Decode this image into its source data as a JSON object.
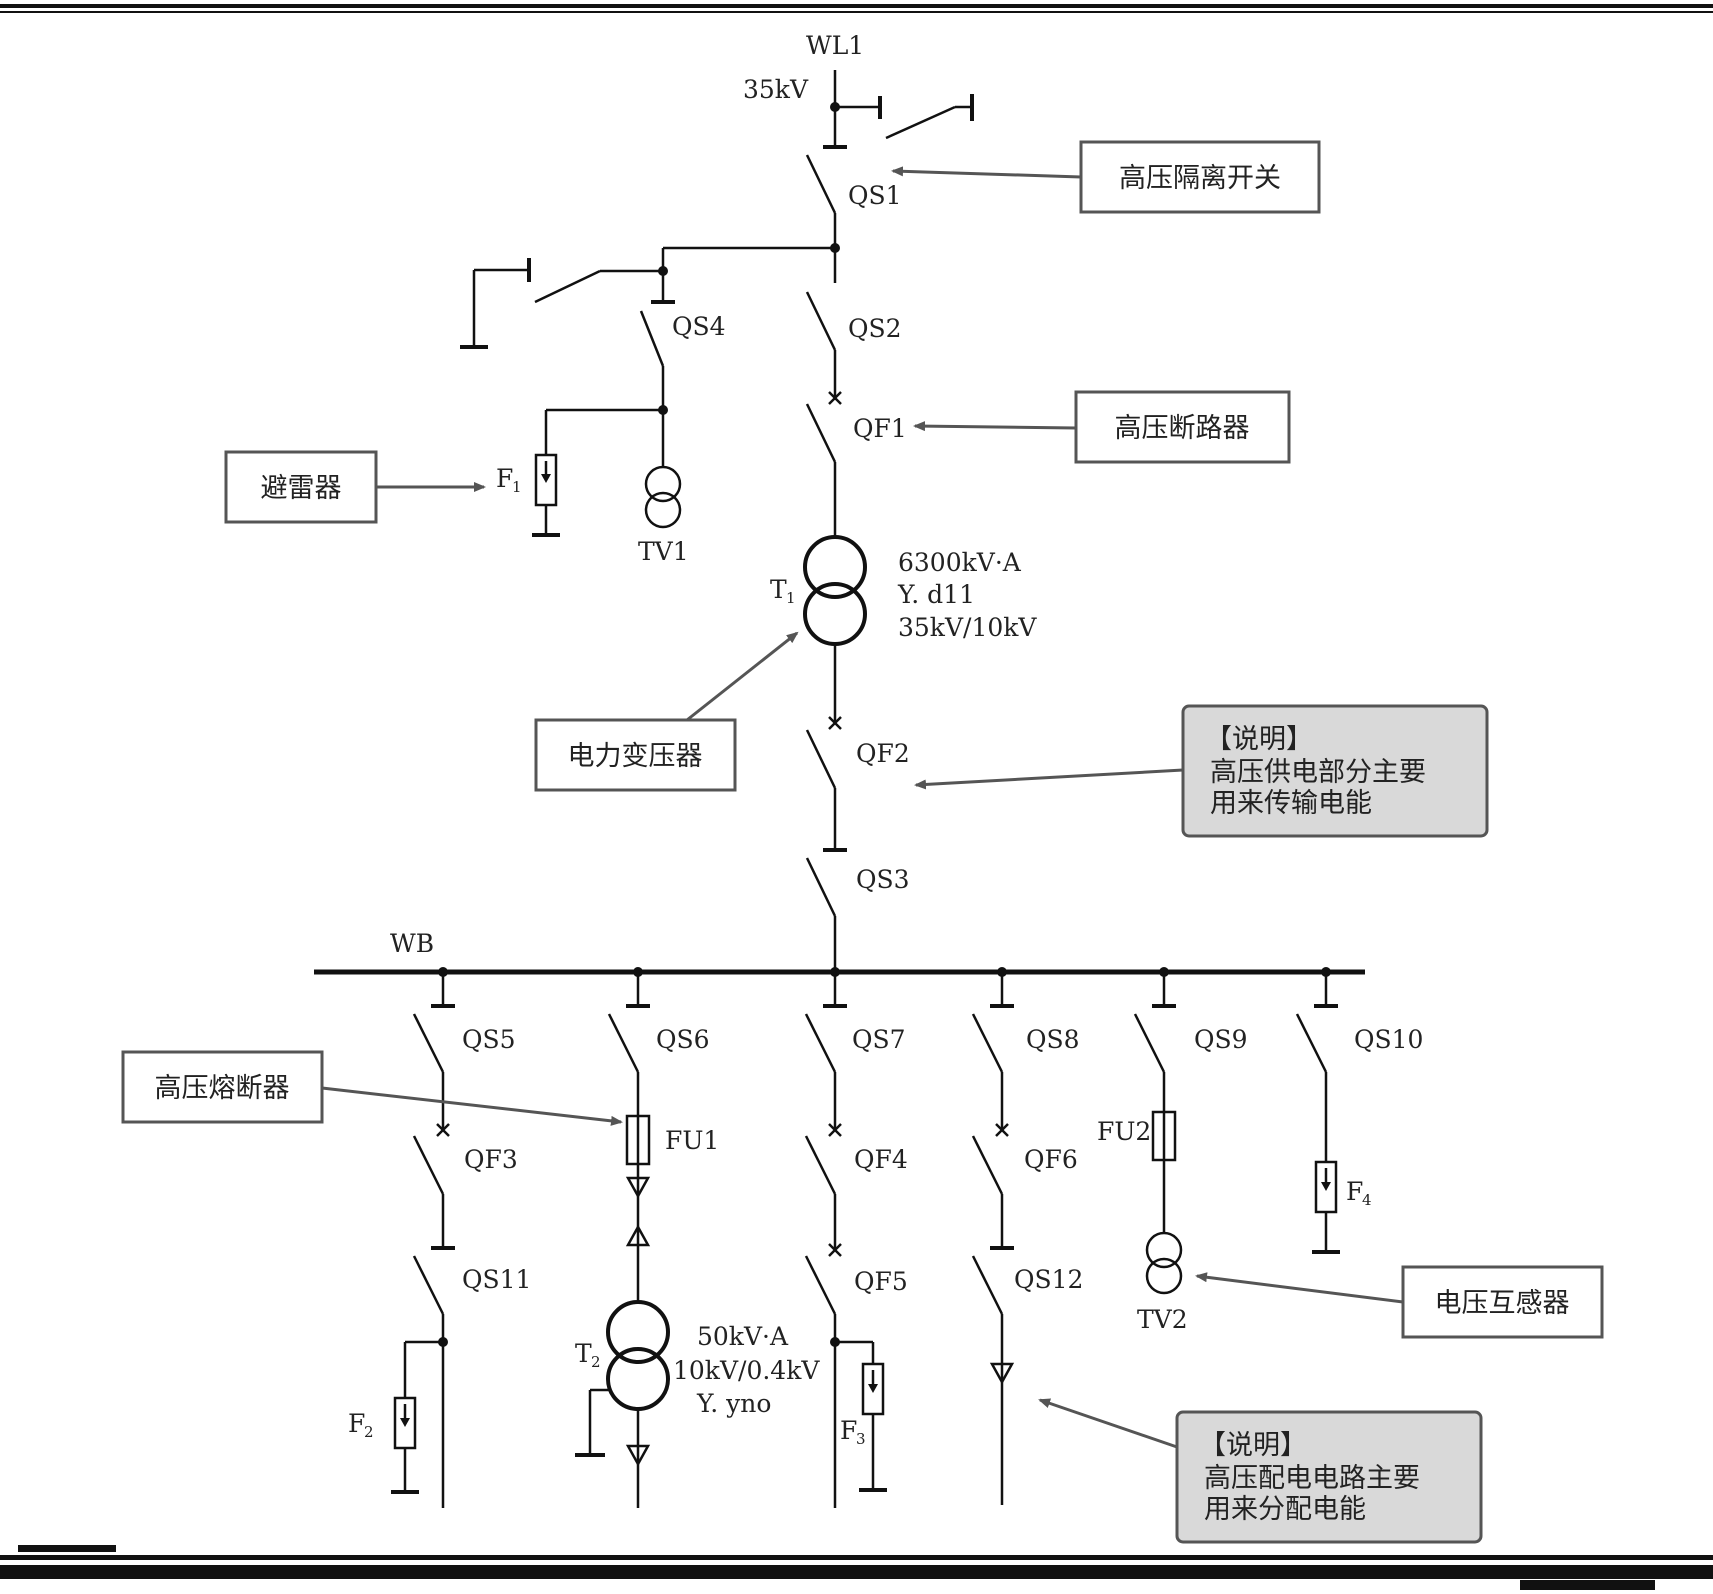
{
  "line": {
    "name": "WL1",
    "voltage": "35kV"
  },
  "busbar": {
    "name": "WB"
  },
  "switches": {
    "qs1": "QS1",
    "qs2": "QS2",
    "qs3": "QS3",
    "qs4": "QS4",
    "qs5": "QS5",
    "qs6": "QS6",
    "qs7": "QS7",
    "qs8": "QS8",
    "qs9": "QS9",
    "qs10": "QS10",
    "qs11": "QS11",
    "qs12": "QS12"
  },
  "breakers": {
    "qf1": "QF1",
    "qf2": "QF2",
    "qf3": "QF3",
    "qf4": "QF4",
    "qf5": "QF5",
    "qf6": "QF6"
  },
  "fuses": {
    "fu1": "FU1",
    "fu2": "FU2"
  },
  "arresters": {
    "f1": "F",
    "f1_sub": "1",
    "f2": "F",
    "f2_sub": "2",
    "f3": "F",
    "f3_sub": "3",
    "f4": "F",
    "f4_sub": "4"
  },
  "vts": {
    "tv1": "TV1",
    "tv2": "TV2"
  },
  "transformer1": {
    "label": "T",
    "sub": "1",
    "rating": "6300kV·A",
    "connection": "Y. d11",
    "ratio": "35kV/10kV"
  },
  "transformer2": {
    "label": "T",
    "sub": "2",
    "rating": "50kV·A",
    "ratio": "10kV/0.4kV",
    "connection": "Y. yno"
  },
  "callouts": {
    "disconnector": "高压隔离开关",
    "breaker": "高压断路器",
    "arrester": "避雷器",
    "transformer": "电力变压器",
    "fuse": "高压熔断器",
    "vt": "电压互感器"
  },
  "notes": {
    "hv_supply": {
      "heading": "【说明】",
      "line1": "高压供电部分主要",
      "line2": "用来传输电能"
    },
    "hv_distribution": {
      "heading": "【说明】",
      "line1": "高压配电电路主要",
      "line2": "用来分配电能"
    }
  },
  "colors": {
    "line": "#111111",
    "callout_border": "#555555",
    "note_fill": "#d9d9d9"
  }
}
